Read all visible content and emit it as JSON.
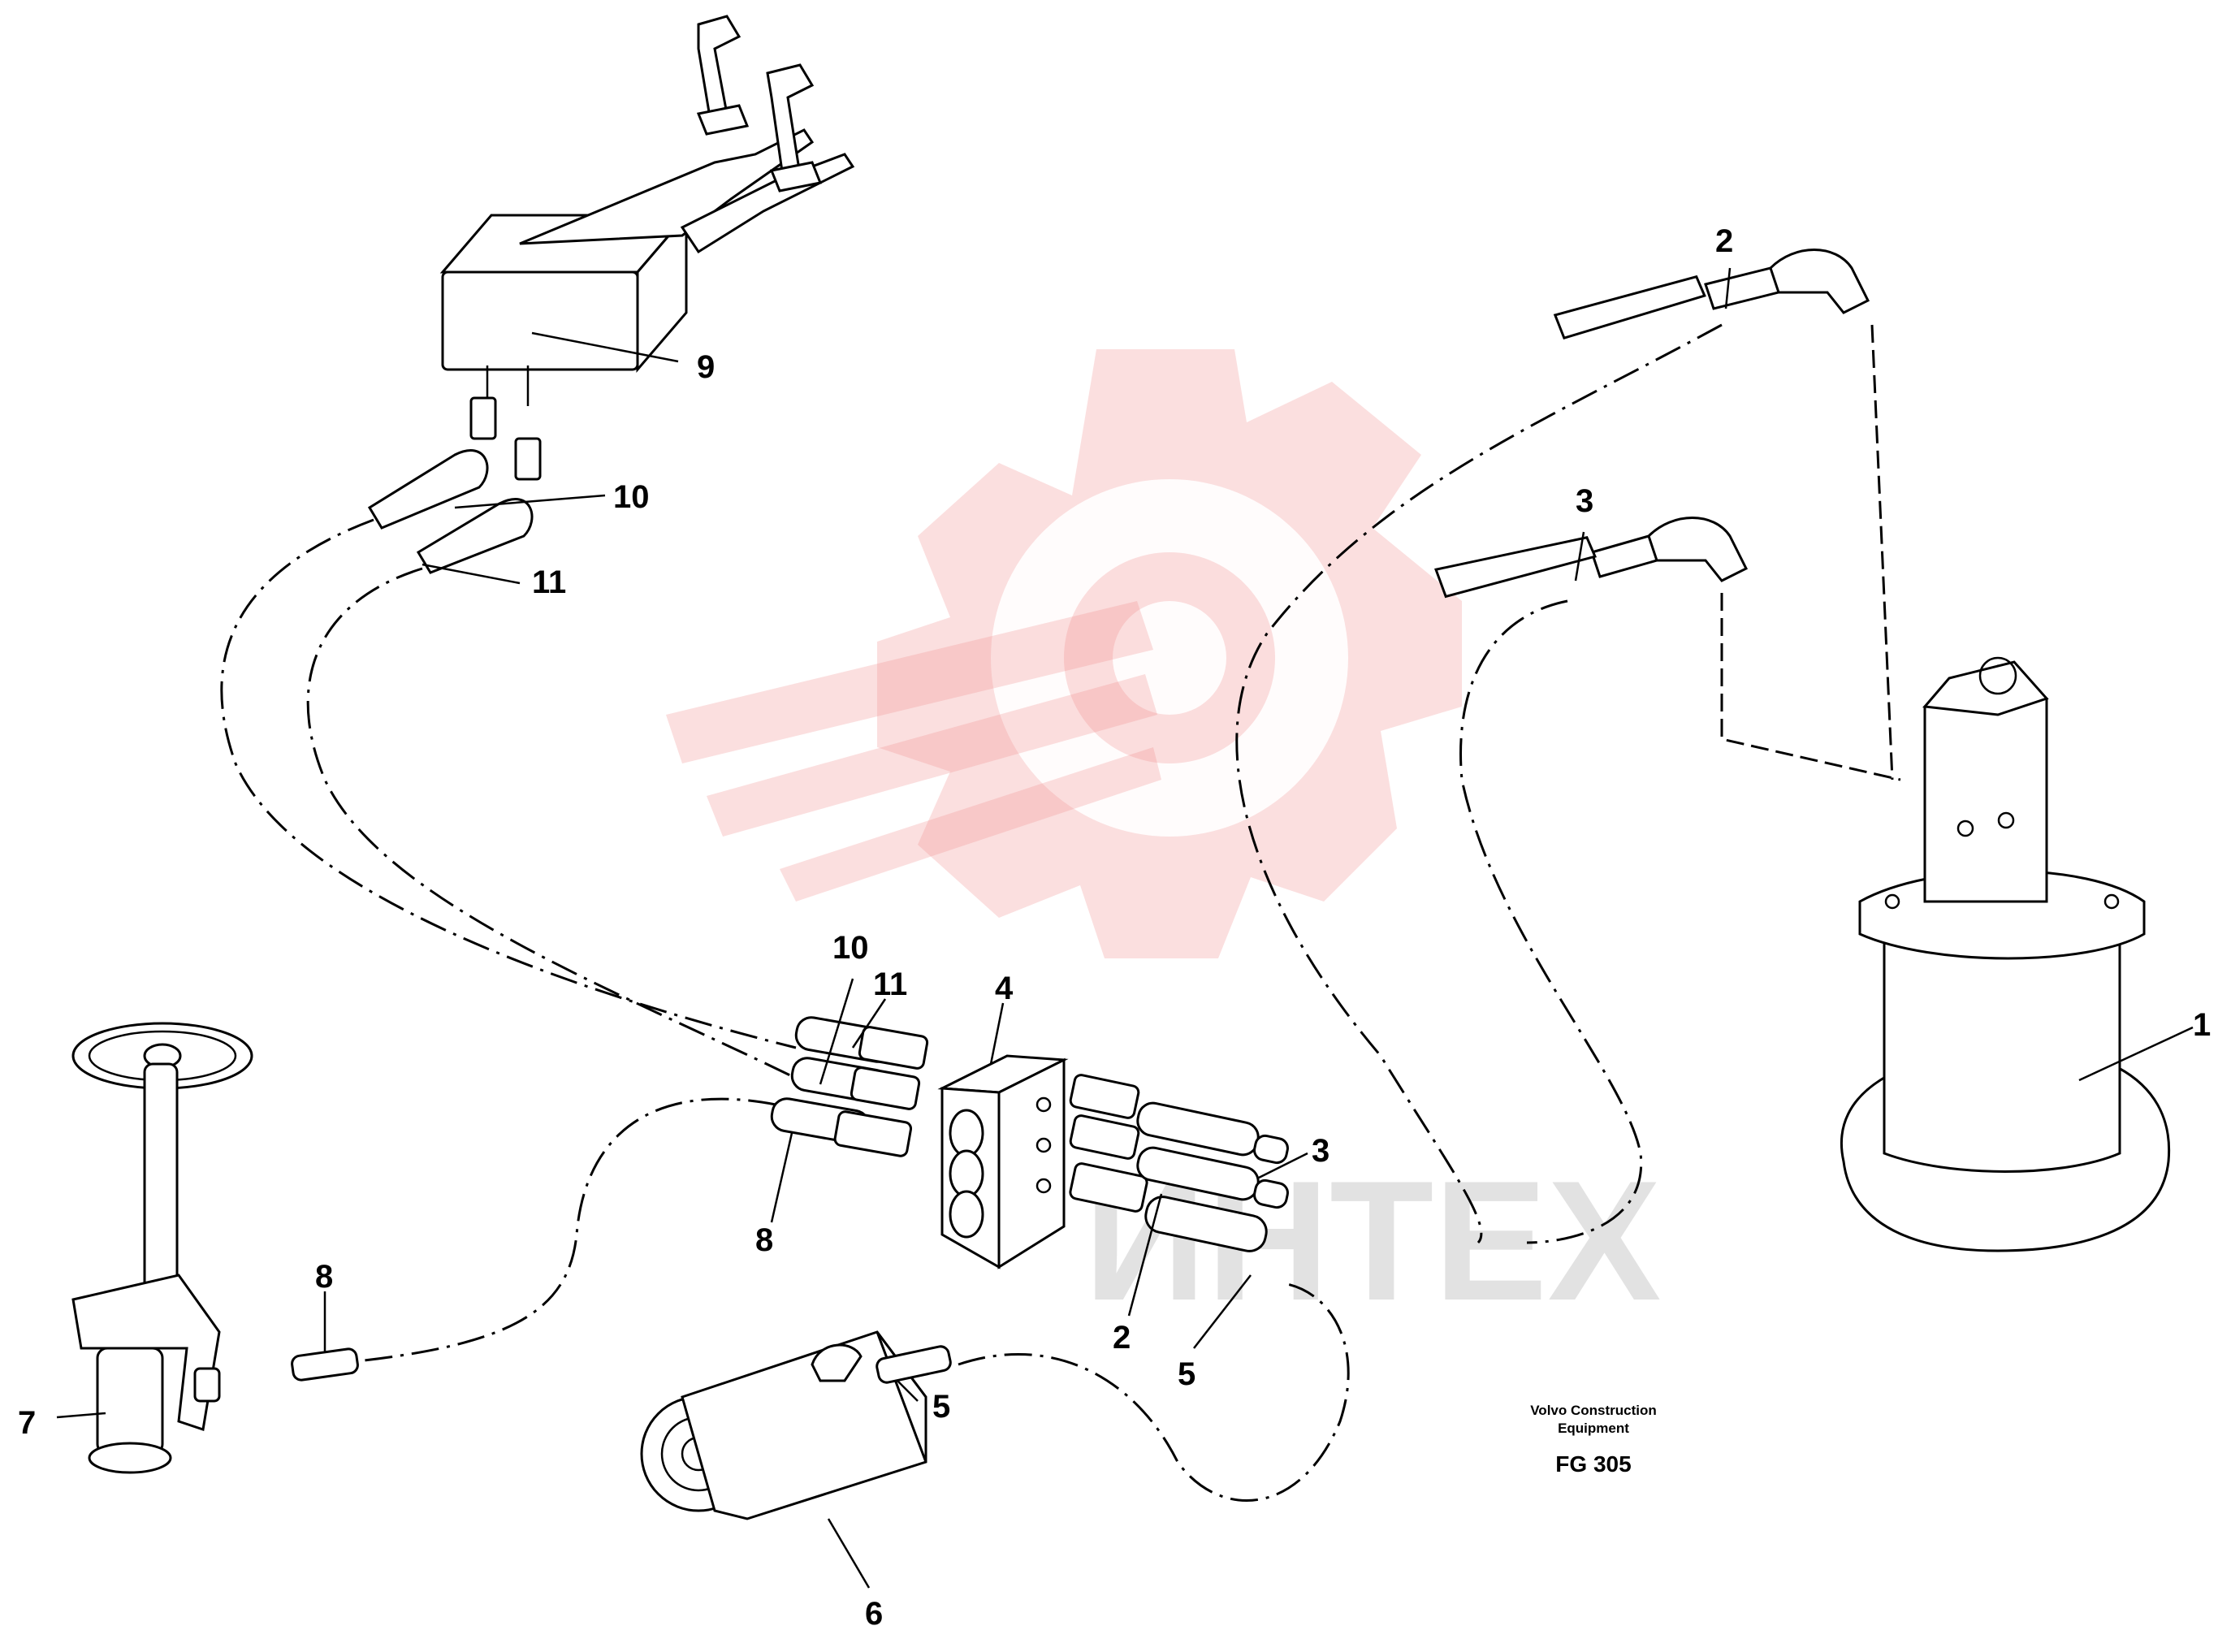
{
  "colors": {
    "line": "#000000",
    "watermark": "#f28b8b",
    "background": "#ffffff"
  },
  "watermark": {
    "icon": "gear-icon",
    "text": "ИНТЕХ"
  },
  "callouts": {
    "p9": "9",
    "p10_top": "10",
    "p11_top": "11",
    "p2_top": "2",
    "p3_top": "3",
    "p1": "1",
    "p4": "4",
    "p10_mid": "10",
    "p11_mid": "11",
    "p3_mid": "3",
    "p8_mid": "8",
    "p2_mid": "2",
    "p5_mid": "5",
    "p8_low": "8",
    "p7": "7",
    "p5_low": "5",
    "p6": "6"
  },
  "caption": {
    "line1": "Volvo Construction",
    "line2": "Equipment",
    "code": "FG 305"
  }
}
